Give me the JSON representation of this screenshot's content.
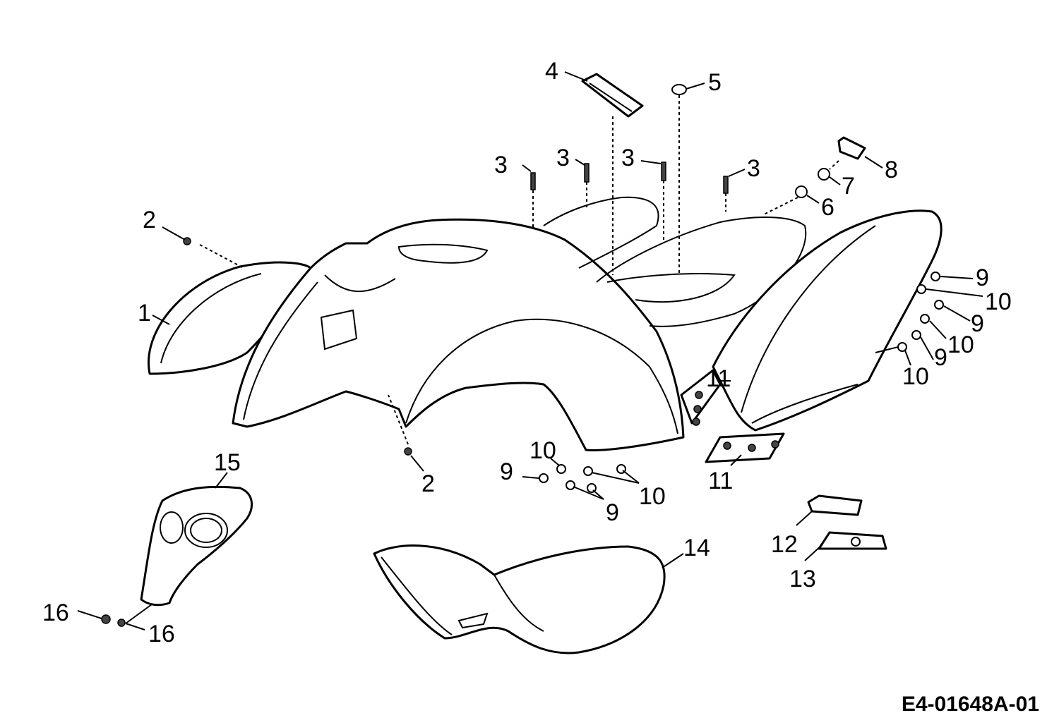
{
  "drawing_code": "E4-01648A-01",
  "callouts": {
    "c1": "1",
    "c2a": "2",
    "c2b": "2",
    "c3a": "3",
    "c3b": "3",
    "c3c": "3",
    "c3d": "3",
    "c4": "4",
    "c5": "5",
    "c6": "6",
    "c7": "7",
    "c8": "8",
    "c9a": "9",
    "c10a": "10",
    "c9b": "9",
    "c10b": "10",
    "c9c": "9",
    "c10c": "10",
    "c10d": "10",
    "c9d": "9",
    "c10e": "10",
    "c9e": "9",
    "c11a": "11",
    "c11b": "11",
    "c12": "12",
    "c13": "13",
    "c14": "14",
    "c15": "15",
    "c16a": "16",
    "c16b": "16"
  }
}
